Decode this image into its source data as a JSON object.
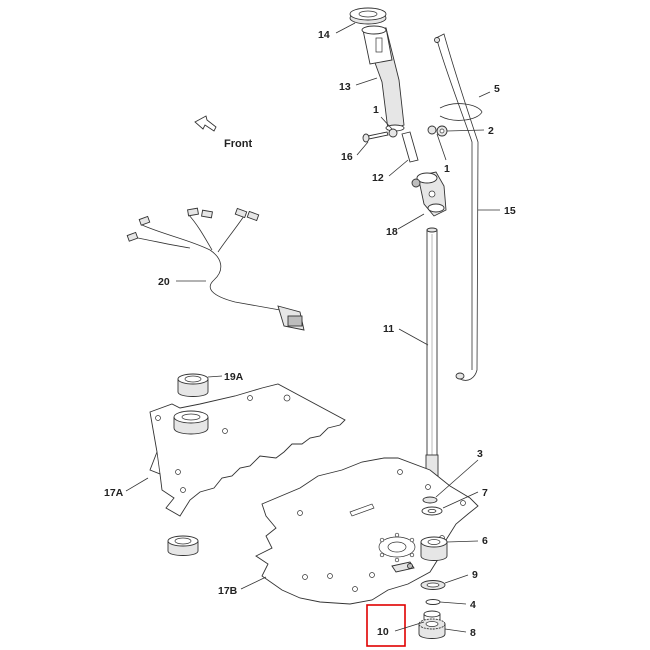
{
  "diagram": {
    "front_label": "Front",
    "highlight_color": "#e00000",
    "callouts": {
      "c1a": "1",
      "c1b": "1",
      "c2": "2",
      "c3": "3",
      "c4": "4",
      "c5": "5",
      "c6": "6",
      "c7": "7",
      "c8": "8",
      "c9": "9",
      "c10": "10",
      "c11": "11",
      "c12": "12",
      "c13": "13",
      "c14": "14",
      "c15": "15",
      "c16": "16",
      "c17a": "17A",
      "c17b": "17B",
      "c18": "18",
      "c19a": "19A",
      "c20": "20"
    }
  }
}
